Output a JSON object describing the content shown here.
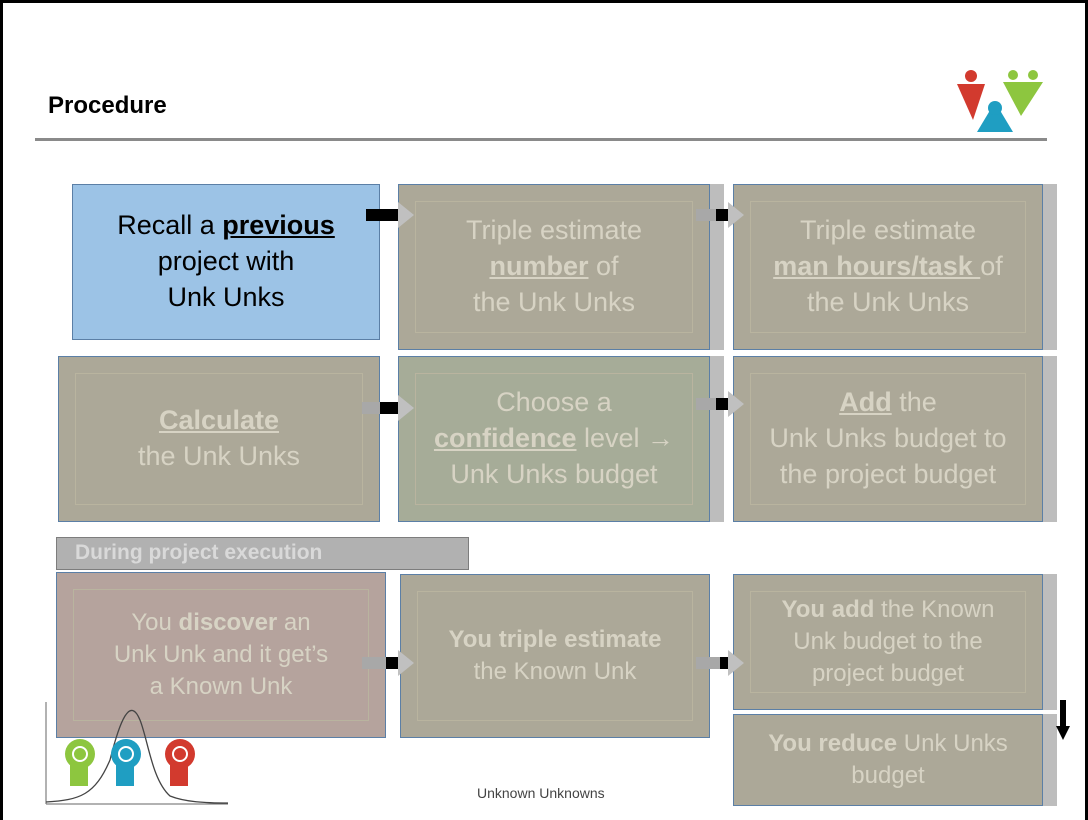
{
  "slide": {
    "title": "Procedure",
    "footer": "Unknown Unknowns"
  },
  "steps": {
    "recall": {
      "l1a": "Recall a ",
      "l1b": "previous",
      "l2": "project with",
      "l3": "Unk Unks"
    },
    "triple_number": {
      "l1": "Triple estimate",
      "l2a": "number",
      "l2b": " of",
      "l3": "the Unk Unks"
    },
    "triple_hours": {
      "l1": "Triple estimate",
      "l2a": "man hours/task ",
      "l2b": "of",
      "l3": "the Unk Unks"
    },
    "calculate": {
      "l1": "Calculate",
      "l2": "the Unk Unks"
    },
    "confidence": {
      "l1": "Choose a",
      "l2a": "confidence",
      "l2b": " level →",
      "l3": "Unk Unks budget"
    },
    "add": {
      "l1a": "Add",
      "l1b": " the",
      "l2": "Unk Unks budget to",
      "l3": "the project budget"
    }
  },
  "phase_label": "During project execution",
  "execution": {
    "discover": {
      "l1a": "You ",
      "l1b": "discover",
      "l1c": " an",
      "l2": "Unk Unk and it get’s",
      "l3": "a Known Unk"
    },
    "triple": {
      "l1": "You triple estimate",
      "l2": "the Known Unk"
    },
    "add_known": {
      "l1a": "You add",
      "l1b": " the Known",
      "l2": "Unk budget to the",
      "l3": "project budget"
    },
    "reduce": {
      "l1a": "You reduce",
      "l1b": " Unk Unks",
      "l2": "budget"
    }
  },
  "colors": {
    "active": "#9cc3e6",
    "gray": "#aca898",
    "green": "#a6ac98",
    "red": "#b5a39d",
    "border": "#5b7fa6"
  },
  "icons": [
    "logo-icon",
    "head-green-icon",
    "head-teal-icon",
    "head-red-icon",
    "bell-curve-icon"
  ]
}
